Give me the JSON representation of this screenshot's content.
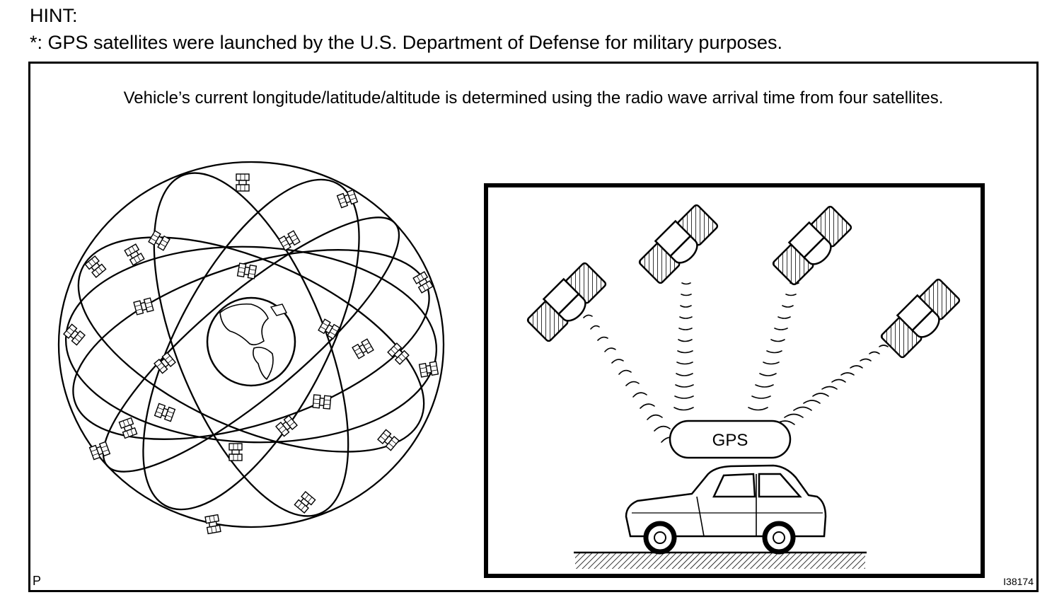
{
  "hint": {
    "title": "HINT:",
    "note": "*: GPS satellites were launched by the U.S. Department of Defense for military purposes."
  },
  "figure": {
    "caption": "Vehicle’s current longitude/latitude/altitude is determined using the radio wave arrival time from four satellites.",
    "receiver_label": "GPS",
    "code_left": "P",
    "code_right": "I38174"
  },
  "icons": [
    "globe-icon",
    "satellite-icon",
    "car-icon",
    "signal-wave-icon"
  ]
}
